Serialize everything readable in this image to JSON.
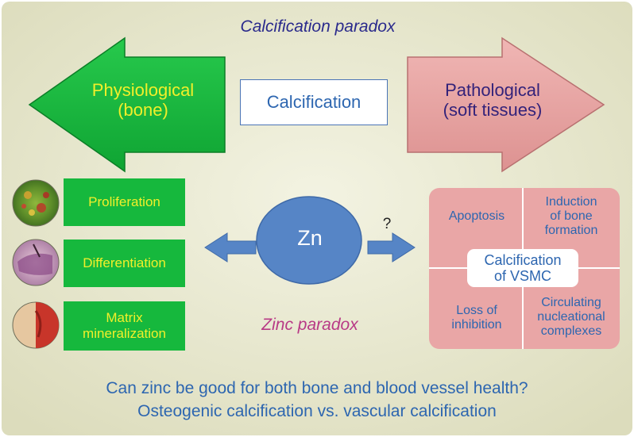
{
  "title": "Calcification paradox",
  "left_arrow": {
    "line1": "Physiological",
    "line2": "(bone)"
  },
  "right_arrow": {
    "line1": "Pathological",
    "line2": "(soft tissues)"
  },
  "center_box": "Calcification",
  "physiological_steps": [
    {
      "line1": "Proliferation",
      "line2": ""
    },
    {
      "line1": "Differentiation",
      "line2": ""
    },
    {
      "line1": "Matrix",
      "line2": "mineralization"
    }
  ],
  "zinc": {
    "label": "Zn",
    "question": "?",
    "paradox": "Zinc paradox"
  },
  "pathological_mechanisms": {
    "top_left": [
      "Apoptosis"
    ],
    "top_right": [
      "Induction",
      "of bone",
      "formation"
    ],
    "bottom_left": [
      "Loss of",
      "inhibition"
    ],
    "bottom_right": [
      "Circulating",
      "nucleational",
      "complexes"
    ],
    "center": [
      "Calcification",
      "of VSMC"
    ]
  },
  "footer": {
    "line1": "Can zinc be good for both bone and blood vessel health?",
    "line2": "Osteogenic calcification vs. vascular calcification"
  },
  "colors": {
    "background": "#ebebcf",
    "green_arrow": "#16b83d",
    "pink_arrow": "#e9a6a6",
    "zinc_blue": "#5685c6",
    "text_blue": "#2d66b0",
    "text_yellow": "#f2ef2a"
  }
}
